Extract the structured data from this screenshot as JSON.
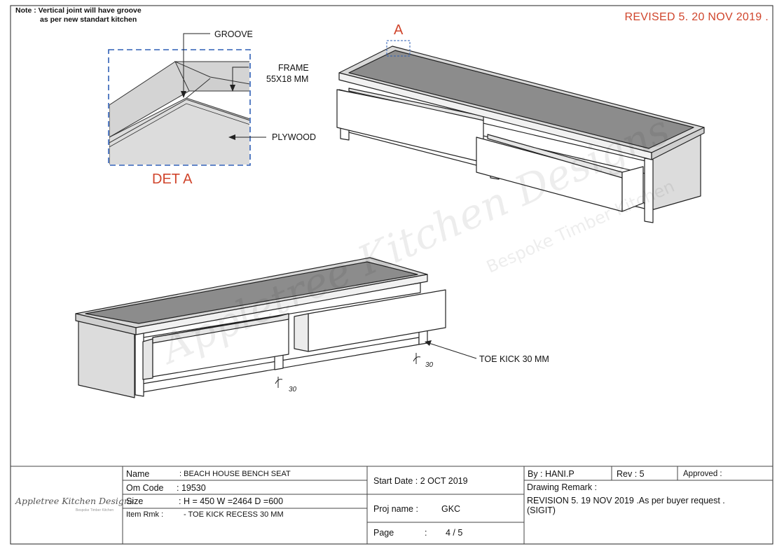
{
  "note": {
    "line1": "Note : Vertical joint will have groove",
    "line2": "as per new standart kitchen"
  },
  "revised": "REVISED 5. 20 NOV 2019 .",
  "detail": {
    "title": "DET A",
    "marker": "A",
    "groove": "GROOVE",
    "frame": "FRAME",
    "frame_size": "55X18 MM",
    "plywood": "PLYWOOD"
  },
  "annotations": {
    "toe_kick": "TOE KICK 30 MM",
    "dim_30_a": "30",
    "dim_30_b": "30"
  },
  "watermark": {
    "main": "Appletree Kitchen Designs",
    "sub": "Bespoke Timber Kitchen"
  },
  "title_block": {
    "logo": "Appletree Kitchen Designs",
    "logo_sub": "Bespoke Timber Kitchen",
    "name_label": "Name",
    "name_value": ": BEACH HOUSE  BENCH SEAT",
    "om_label": "Om Code",
    "om_value": ": 19530",
    "size_label": "Size",
    "size_value": ":  H = 450    W =2464    D =600",
    "rmk_label": "Item Rmk  :",
    "rmk_value": "- TOE KICK RECESS 30 MM",
    "start_date": "Start Date   : 2 OCT 2019",
    "proj_label": "Proj name   :",
    "proj_value": "GKC",
    "page_label": "Page",
    "page_sep": ":",
    "page_value": "4 / 5",
    "by": "By  :  HANI.P",
    "rev": "Rev   : 5",
    "approved": "Approved  :",
    "drawing_remark": "Drawing Remark :",
    "remark_line1": "REVISION 5. 19 NOV 2019 .As per buyer  request .",
    "remark_line2": "(SIGIT)"
  },
  "colors": {
    "accent_red": "#d0452c",
    "detail_border_blue": "#2f5fb5",
    "top_panel_grey": "#8c8c8c",
    "side_panel_grey": "#d8d8d8"
  }
}
